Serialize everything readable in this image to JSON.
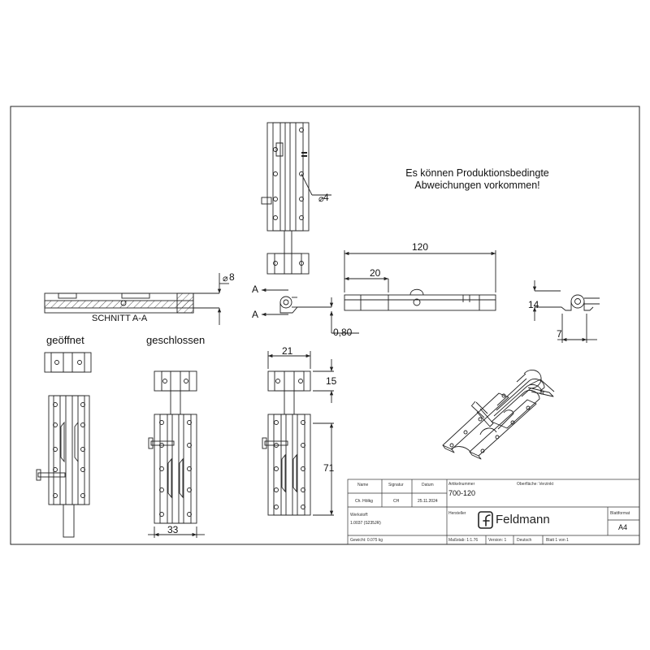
{
  "note": {
    "line1": "Es können Produktionsbedingte",
    "line2": "Abweichungen vorkommen!"
  },
  "labels": {
    "section": "SCHNITT A-A",
    "opened": "geöffnet",
    "closed": "geschlossen",
    "section_marker": "A"
  },
  "dimensions": {
    "hole_diameter": "4",
    "bolt_diameter": "8",
    "sheet_thickness": "0,80",
    "length": "120",
    "offset": "20",
    "height": "14",
    "depth": "7",
    "width": "21",
    "keeper": "15",
    "travel": "71",
    "plate_width": "33"
  },
  "title_block": {
    "name_label": "Name",
    "signature_label": "Signatur",
    "date_label": "Datum",
    "name": "Ch. Hölkg",
    "signature": "CH",
    "date": "25.11.2024",
    "article_label": "Artikelnummer",
    "article": "700-120",
    "surface_label": "Oberfläche: Verzinkt",
    "material_label": "Werkstoff:",
    "material": "1.0037 (S235JR)",
    "manufacturer_label": "Hersteller",
    "brand": "Feldmann",
    "format_label": "Blattformat",
    "format": "A4",
    "weight": "Gewicht: 0.075 kg",
    "scale": "Maßstab: 1:1.76",
    "version": "Version: 1",
    "language": "Deutsch",
    "sheet": "Blatt 1 von 1"
  }
}
